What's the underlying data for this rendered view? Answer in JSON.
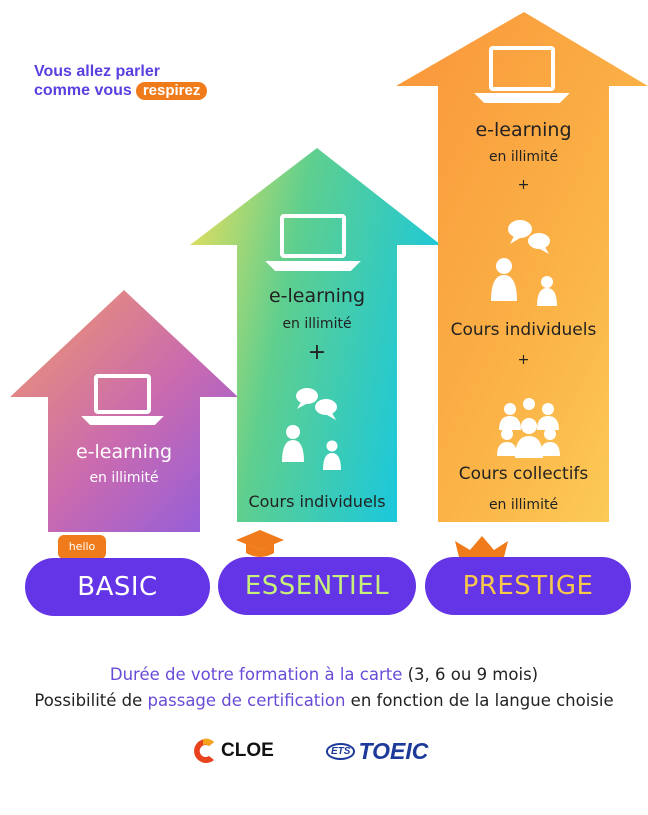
{
  "tagline": {
    "line1": "Vous allez parler",
    "line2": "comme vous",
    "highlight": "respirez"
  },
  "columns": {
    "basic": {
      "elearning": "e-learning",
      "unlimited": "en illimité"
    },
    "essentiel": {
      "elearning": "e-learning",
      "unlimited": "en illimité",
      "plus": "+",
      "individual": "Cours individuels"
    },
    "prestige": {
      "elearning": "e-learning",
      "unlimited": "en illimité",
      "plus1": "+",
      "individual": "Cours individuels",
      "plus2": "+",
      "collective": "Cours collectifs",
      "collective_unlimited": "en illimité"
    }
  },
  "plans": [
    {
      "label": "BASIC",
      "badge": "hello",
      "text_color": "#ffffff"
    },
    {
      "label": "ESSENTIEL",
      "text_color": "#c6f07a"
    },
    {
      "label": "PRESTIGE",
      "text_color": "#f8c84a"
    }
  ],
  "footer": {
    "line1_highlight": "Durée de votre formation à la carte",
    "line1_rest": " (3, 6 ou 9 mois)",
    "line2_prefix": "Possibilité de ",
    "line2_highlight": "passage de certification",
    "line2_suffix": " en fonction de la langue choisie"
  },
  "logos": {
    "cloe": "CLOE",
    "ets": "ETS",
    "toeic": "TOEIC"
  },
  "colors": {
    "brand_purple": "#6435e6",
    "orange": "#f07b1a"
  }
}
